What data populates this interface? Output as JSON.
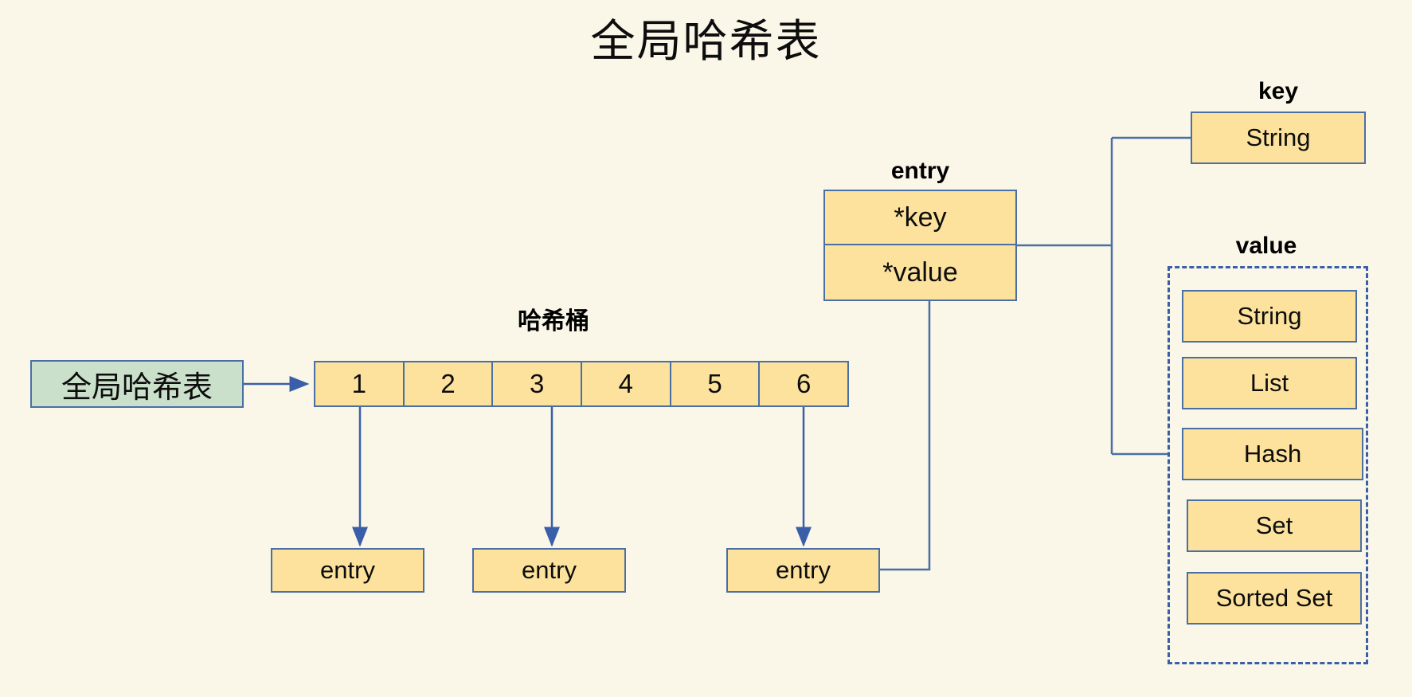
{
  "title": "全局哈希表",
  "root": {
    "label": "全局哈希表"
  },
  "hash_bucket": {
    "caption": "哈希桶",
    "cells": [
      "1",
      "2",
      "3",
      "4",
      "5",
      "6"
    ]
  },
  "entries": [
    {
      "label": "entry"
    },
    {
      "label": "entry"
    },
    {
      "label": "entry"
    }
  ],
  "entry_struct": {
    "caption": "entry",
    "fields": [
      {
        "label": "*key"
      },
      {
        "label": "*value"
      }
    ]
  },
  "key_group": {
    "caption": "key",
    "items": [
      {
        "label": "String"
      }
    ]
  },
  "value_group": {
    "caption": "value",
    "items": [
      {
        "label": "String"
      },
      {
        "label": "List"
      },
      {
        "label": "Hash"
      },
      {
        "label": "Set"
      },
      {
        "label": "Sorted Set"
      }
    ]
  },
  "colors": {
    "background": "#FAF7E9",
    "node_fill": "#FCE29C",
    "node_stroke": "#4A6FA5",
    "root_fill": "#CBE0CB",
    "connector": "#4A6FA5",
    "dashed_group": "#3A5FA8",
    "text": "#0D0D0D"
  }
}
